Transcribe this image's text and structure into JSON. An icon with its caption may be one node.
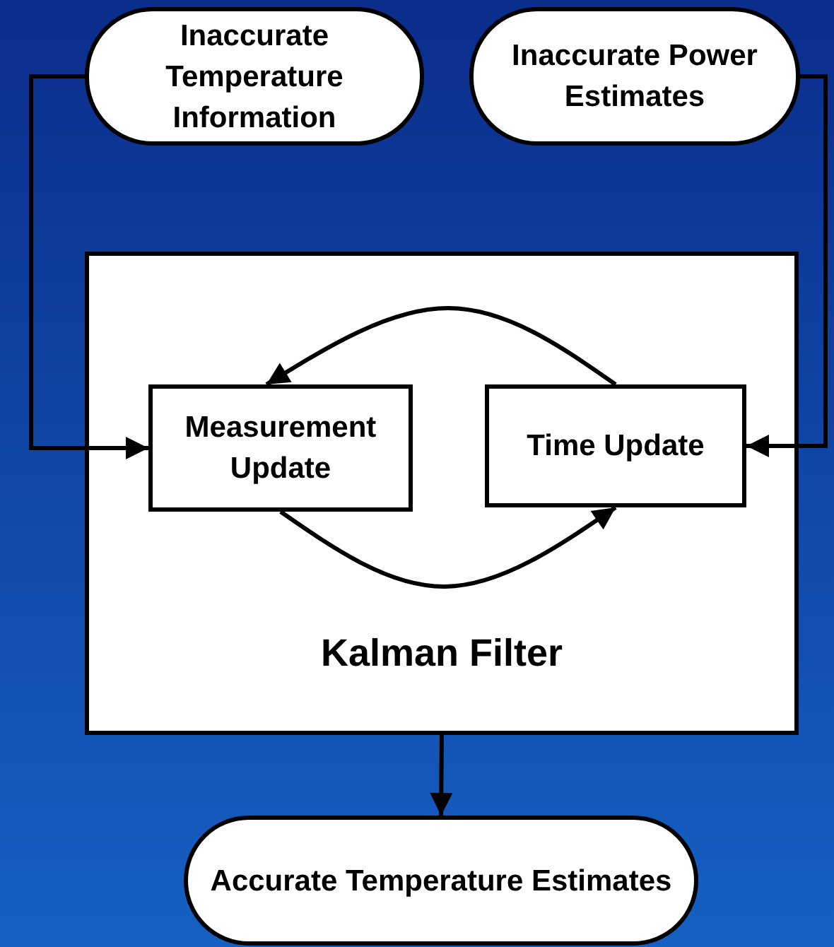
{
  "diagram": {
    "nodes": [
      {
        "text": [
          "Inaccurate Temperature Information"
        ]
      },
      {
        "text": [
          "Inaccurate Power Estimates"
        ]
      },
      {
        "text": [
          "Kalman Filter"
        ]
      },
      {
        "text": [
          "Measurement Update"
        ],
        "in": 2
      },
      {
        "text": [
          "Time Update"
        ],
        "in": 2
      },
      {
        "text": [
          "Accurate Temperature Estimates"
        ]
      }
    ],
    "edges": [
      {
        "from": 0,
        "to": 3,
        "arrow": "to"
      },
      {
        "from": 1,
        "to": 4,
        "arrow": "to"
      },
      {
        "from": 3,
        "to": 4,
        "arrow": "to"
      },
      {
        "from": 4,
        "to": 3,
        "arrow": "to"
      },
      {
        "from": 2,
        "to": 5,
        "arrow": "to"
      }
    ]
  }
}
